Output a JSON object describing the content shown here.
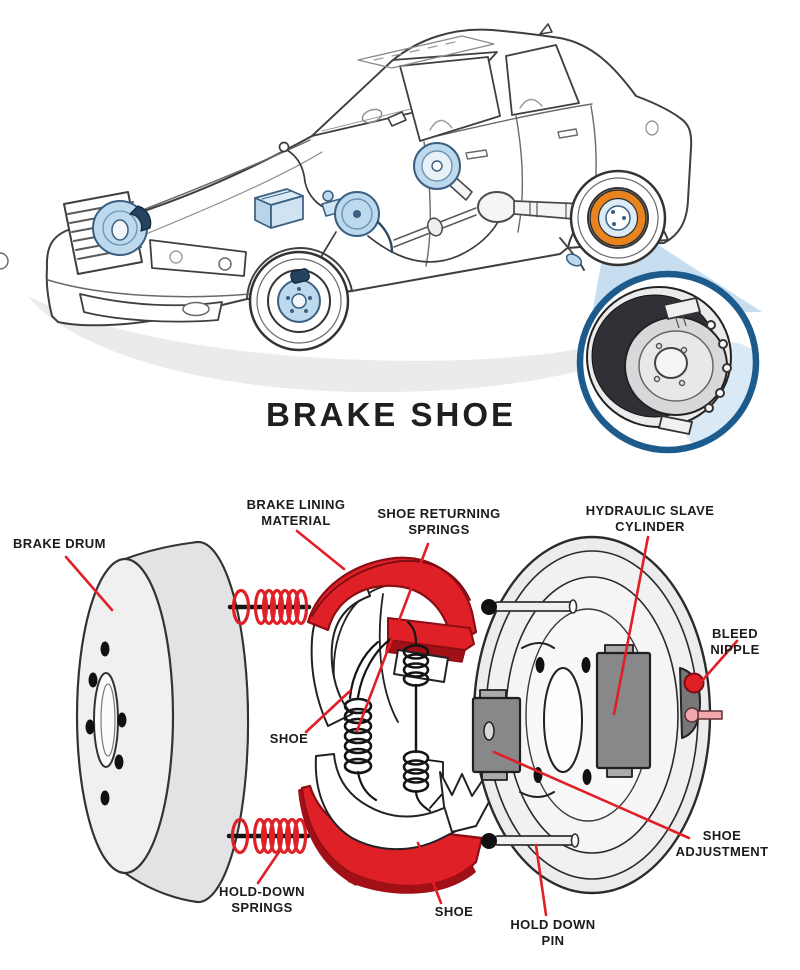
{
  "title": "BRAKE SHOE",
  "labels": {
    "brake_drum": "BRAKE DRUM",
    "brake_lining_material": "BRAKE LINING\nMATERIAL",
    "shoe_returning_springs": "SHOE RETURNING\nSPRINGS",
    "hydraulic_slave_cylinder": "HYDRAULIC SLAVE\nCYLINDER",
    "bleed_nipple": "BLEED NIPPLE",
    "shoe_upper": "SHOE",
    "shoe_lower": "SHOE",
    "hold_down_springs": "HOLD-DOWN\nSPRINGS",
    "hold_down_pin": "HOLD DOWN\nPIN",
    "shoe_adjustment": "SHOE\nADJUSTMENT"
  },
  "colors": {
    "label_text": "#1b1b1b",
    "leader_line_red": "#e01f26",
    "lining_red": "#df2027",
    "lining_red_dark": "#a01016",
    "metal_gray": "#87878a",
    "drum_gray": "#ededef",
    "callout_ring_blue": "#1e5b8d",
    "component_blue": "#bdd9ee",
    "beam_blue": "#c6def0",
    "rear_drum_orange": "#e8831f",
    "outline": "#3f3f41"
  }
}
